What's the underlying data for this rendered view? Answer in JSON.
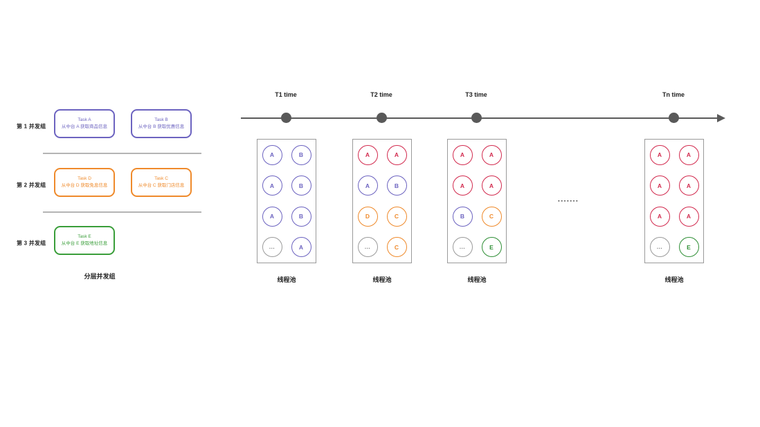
{
  "left_panel": {
    "caption": "分层并发组",
    "groups": [
      {
        "label": "第 1 并发组",
        "color": "#6c63c0",
        "tasks": [
          {
            "title": "Task A",
            "desc": "从中台 A 获取商品信息"
          },
          {
            "title": "Task B",
            "desc": "从中台 B 获取优惠信息"
          }
        ]
      },
      {
        "label": "第 2 并发组",
        "color": "#ef8a2b",
        "tasks": [
          {
            "title": "Task D",
            "desc": "从中台 D 获取免息信息"
          },
          {
            "title": "Task C",
            "desc": "从中台 C 获取门店信息"
          }
        ]
      },
      {
        "label": "第 3 并发组",
        "color": "#3a9e3a",
        "tasks": [
          {
            "title": "Task E",
            "desc": "从中台 E 获取地址信息"
          }
        ]
      }
    ]
  },
  "right_panel": {
    "timeline": {
      "ticks": [
        {
          "label": "T1 time"
        },
        {
          "label": "T2 time"
        },
        {
          "label": "T3 time"
        },
        {
          "label": "Tn time"
        }
      ]
    },
    "between_pools_ellipsis": "·······",
    "pools": [
      {
        "caption": "线程池",
        "threads": [
          {
            "label": "A",
            "color": "purple"
          },
          {
            "label": "B",
            "color": "purple"
          },
          {
            "label": "A",
            "color": "purple"
          },
          {
            "label": "B",
            "color": "purple"
          },
          {
            "label": "A",
            "color": "purple"
          },
          {
            "label": "B",
            "color": "purple"
          },
          {
            "label": "...",
            "color": "gray"
          },
          {
            "label": "A",
            "color": "purple"
          }
        ]
      },
      {
        "caption": "线程池",
        "threads": [
          {
            "label": "A",
            "color": "red"
          },
          {
            "label": "A",
            "color": "red"
          },
          {
            "label": "A",
            "color": "purple"
          },
          {
            "label": "B",
            "color": "purple"
          },
          {
            "label": "D",
            "color": "orange"
          },
          {
            "label": "C",
            "color": "orange"
          },
          {
            "label": "...",
            "color": "gray"
          },
          {
            "label": "C",
            "color": "orange"
          }
        ]
      },
      {
        "caption": "线程池",
        "threads": [
          {
            "label": "A",
            "color": "red"
          },
          {
            "label": "A",
            "color": "red"
          },
          {
            "label": "A",
            "color": "red"
          },
          {
            "label": "A",
            "color": "red"
          },
          {
            "label": "B",
            "color": "purple"
          },
          {
            "label": "C",
            "color": "orange"
          },
          {
            "label": "...",
            "color": "gray"
          },
          {
            "label": "E",
            "color": "green"
          }
        ]
      },
      {
        "caption": "线程池",
        "threads": [
          {
            "label": "A",
            "color": "red"
          },
          {
            "label": "A",
            "color": "red"
          },
          {
            "label": "A",
            "color": "red"
          },
          {
            "label": "A",
            "color": "red"
          },
          {
            "label": "A",
            "color": "red"
          },
          {
            "label": "A",
            "color": "red"
          },
          {
            "label": "...",
            "color": "gray"
          },
          {
            "label": "E",
            "color": "green"
          }
        ]
      }
    ]
  },
  "palette": {
    "purple": "#6c63c0",
    "orange": "#ef8a2b",
    "green": "#3a9e3a",
    "red": "#d22a4e",
    "gray": "#9a9a9a",
    "axis": "#5a5a5a"
  }
}
